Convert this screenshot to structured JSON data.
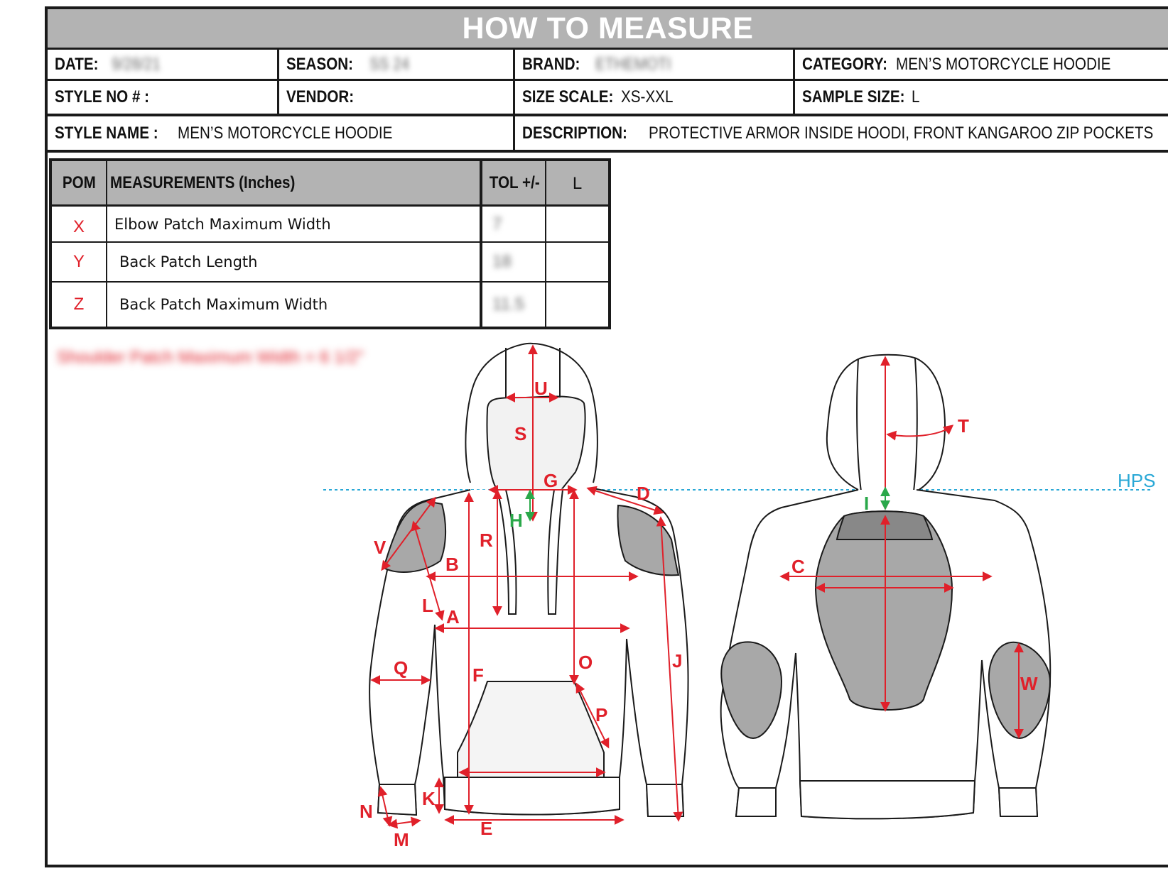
{
  "header": {
    "title": "HOW TO MEASURE"
  },
  "info": {
    "date_label": "DATE:",
    "date_value": "9/28/21",
    "season_label": "SEASON:",
    "season_value": "SS 24",
    "brand_label": "BRAND:",
    "brand_value": "ETHEMOTI",
    "category_label": "CATEGORY:",
    "category_value": "MEN’S MOTORCYCLE HOODIE",
    "style_no_label": "STYLE NO # :",
    "vendor_label": "VENDOR:",
    "size_scale_label": "SIZE SCALE:",
    "size_scale_value": "XS-XXL",
    "sample_size_label": "SAMPLE SIZE:",
    "sample_size_value": "L",
    "style_name_label": "STYLE NAME :",
    "style_name_value": "MEN’S MOTORCYCLE HOODIE",
    "description_label": "DESCRIPTION:",
    "description_value": "PROTECTIVE ARMOR INSIDE HOODI, FRONT KANGAROO ZIP POCKETS"
  },
  "table": {
    "headers": {
      "pom": "POM",
      "measurements": "MEASUREMENTS (Inches)",
      "tol": "TOL +/-",
      "size": "L"
    },
    "rows": [
      {
        "pom": "X",
        "desc": "Elbow Patch Maximum Width",
        "tol": "7",
        "size": ""
      },
      {
        "pom": "Y",
        "desc": "Back Patch Length",
        "tol": "18",
        "size": ""
      },
      {
        "pom": "Z",
        "desc": "Back Patch Maximum Width",
        "tol": "11.5",
        "size": ""
      }
    ],
    "note": "Shoulder Patch Maximum Width = 6 1/2\""
  },
  "diagram": {
    "hps_label": "HPS",
    "front_labels": [
      "U",
      "S",
      "G",
      "D",
      "H",
      "R",
      "V",
      "B",
      "L",
      "A",
      "Q",
      "F",
      "O",
      "J",
      "P",
      "K",
      "N",
      "M",
      "E"
    ],
    "back_labels": [
      "T",
      "I",
      "C",
      "W"
    ],
    "colors": {
      "measure": "#e0202a",
      "hps": "#29a8d6",
      "inner": "#2aa84a",
      "patch": "#a8a8a8"
    }
  }
}
